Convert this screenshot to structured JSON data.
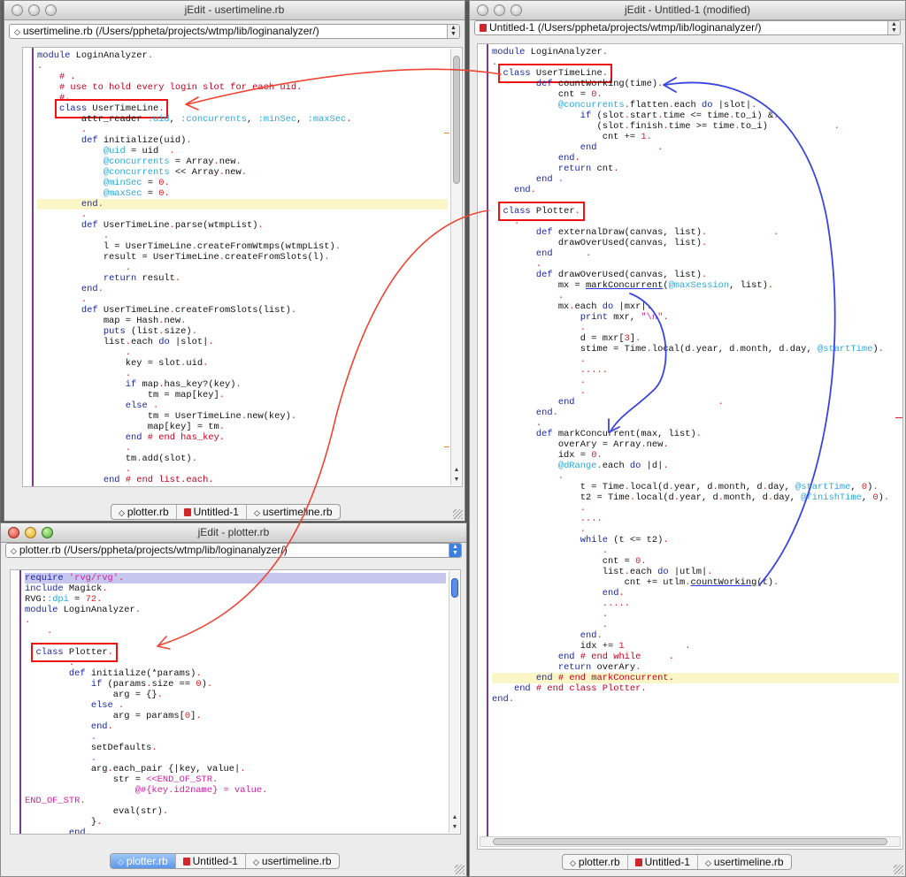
{
  "windows": {
    "usertimeline": {
      "title": "jEdit - usertimeline.rb",
      "file_path": "usertimeline.rb (/Users/ppheta/projects/wtmp/lib/loginanalyzer/)",
      "tabs": [
        "plotter.rb",
        "Untitled-1",
        "usertimeline.rb"
      ],
      "lines": [
        "module LoginAnalyzer.",
        ".",
        "    # .",
        "    # use to hold every login slot for each uid.",
        "    #.",
        "    class UserTimeLine.",
        "        attr_reader :uid, :concurrents, :minSec, :maxSec.",
        "        .",
        "        def initialize(uid).",
        "            @uid = uid  .",
        "            @concurrents = Array.new.",
        "            @concurrents << Array.new.",
        "            @minSec = 0.",
        "            @maxSec = 0.",
        "        end.",
        "        .",
        "        def UserTimeLine.parse(wtmpList).",
        "            .",
        "            l = UserTimeLine.createFromWtmps(wtmpList).",
        "            result = UserTimeLine.createFromSlots(l).",
        "                .",
        "            return result.",
        "        end.",
        "        .",
        "        def UserTimeLine.createFromSlots(list).",
        "            map = Hash.new.",
        "            puts (list.size).",
        "            list.each do |slot|.",
        "                .",
        "                key = slot.uid.",
        "                .",
        "                if map.has_key?(key).",
        "                    tm = map[key].",
        "                else .",
        "                    tm = UserTimeLine.new(key).",
        "                    map[key] = tm.",
        "                end # end has_key.",
        "                .",
        "                tm.add(slot).",
        "                .",
        "            end # end list.each."
      ]
    },
    "plotter": {
      "title": "jEdit - plotter.rb",
      "file_path": "plotter.rb (/Users/ppheta/projects/wtmp/lib/loginanalyzer/)",
      "tabs": [
        "plotter.rb",
        "Untitled-1",
        "usertimeline.rb"
      ],
      "lines": [
        "require 'rvg/rvg'.",
        "include Magick.",
        "RVG::dpi = 72.",
        "module LoginAnalyzer.",
        ".",
        "    .",
        "",
        "  class Plotter.",
        "        .",
        "        def initialize(*params).",
        "            if (params.size == 0).",
        "                arg = {}.",
        "            else .",
        "                arg = params[0].",
        "            end.",
        "            .",
        "            setDefaults.",
        "            .",
        "            arg.each_pair {|key, value|.",
        "                str = <<END_OF_STR.",
        "                    @#{key.id2name} = value.",
        "END_OF_STR.",
        "                eval(str).",
        "            }.",
        "        end."
      ]
    },
    "untitled": {
      "title": "jEdit - Untitled-1 (modified)",
      "file_path": "Untitled-1 (/Users/ppheta/projects/wtmp/lib/loginanalyzer/)",
      "tabs": [
        "plotter.rb",
        "Untitled-1",
        "usertimeline.rb"
      ],
      "lines": [
        "module LoginAnalyzer.",
        ".",
        "  class UserTimeLine.",
        "        def countWorking(time).",
        "            cnt = 0.",
        "            @concurrents.flatten.each do |slot|.",
        "                if (slot.start.time <= time.to_i) &.",
        "                   (slot.finish.time >= time.to_i)            .",
        "                    cnt += 1.",
        "                end           .",
        "            end.",
        "            return cnt.",
        "        end .",
        "    end.",
        "",
        "  class Plotter.",
        "    .",
        "        def externalDraw(canvas, list).            .",
        "            drawOverUsed(canvas, list).",
        "        end      .",
        "        .",
        "        def drawOverUsed(canvas, list).",
        "            mx = markConcurrent(@maxSession, list).",
        "            .",
        "            mx.each do |mxr|.",
        "                print mxr, \"\\n\".",
        "                .",
        "                d = mxr[3].",
        "                stime = Time.local(d.year, d.month, d.day, @startTime).",
        "                .",
        "                .....",
        "                .",
        "                .",
        "            end                          .",
        "        end.",
        "        .",
        "        def markConcurrent(max, list).",
        "            overAry = Array.new.",
        "            idx = 0.",
        "            @dRange.each do |d|.",
        "            .",
        "                t = Time.local(d.year, d.month, d.day, @startTime, 0).",
        "                t2 = Time.local(d.year, d.month, d.day, @finishTime, 0).",
        "                .",
        "                ....",
        "                .",
        "                while (t <= t2).",
        "                    .",
        "                    cnt = 0.",
        "                    list.each do |utlm|.",
        "                        cnt += utlm.countWorking(t).",
        "                    end.",
        "                    .....",
        "                    .",
        "                    .",
        "                end.",
        "                idx += 1           .",
        "            end # end while     .",
        "            return overAry.",
        "        end # end markConcurrent.",
        "    end # end class Plotter.",
        "end."
      ]
    }
  }
}
